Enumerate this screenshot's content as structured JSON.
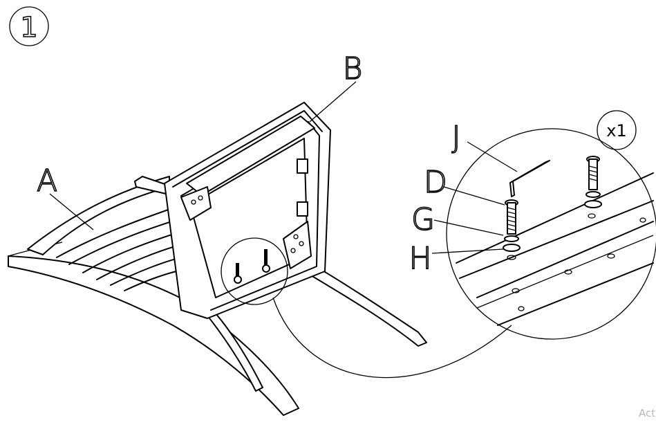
{
  "step": {
    "number": "1"
  },
  "labels": {
    "seat_frame": "A",
    "backrest": "B",
    "hex_key": "J",
    "bolt": "D",
    "spring_washer": "G",
    "flat_washer": "H"
  },
  "detail": {
    "quantity": "x1"
  },
  "watermark": "Act"
}
